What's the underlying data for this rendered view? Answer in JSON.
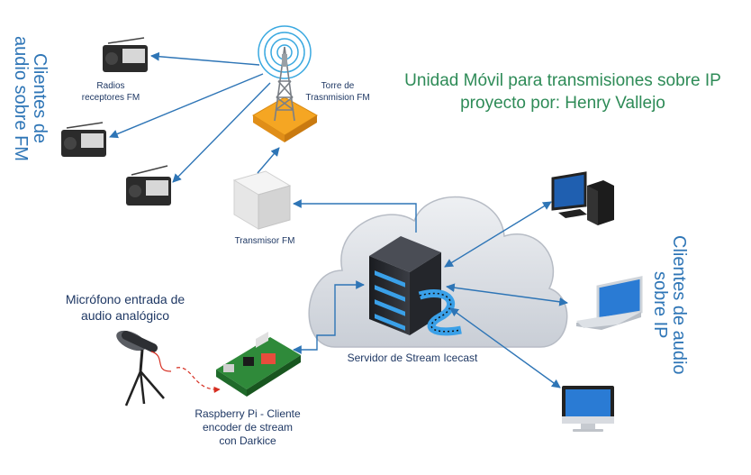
{
  "title": {
    "line1": "Unidad Móvil para transmisiones sobre IP",
    "line2": "proyecto por: Henry Vallejo"
  },
  "side_labels": {
    "fm_clients": "Clientes de audio sobre FM",
    "ip_clients": "Clientes de audio sobre IP"
  },
  "nodes": {
    "radios": "Radios receptores FM",
    "tower": "Torre de Trasnmision FM",
    "transmitter": "Transmisor FM",
    "server": "Servidor de Stream Icecast",
    "microphone": "Micrófono entrada de audio analógico",
    "raspberry": "Raspberry Pi - Cliente encoder de stream con Darkice"
  },
  "icons": [
    "radio-icon",
    "antenna-tower-icon",
    "transmitter-box-icon",
    "cloud-icon",
    "server-icon",
    "film-reel-icon",
    "desktop-pc-icon",
    "laptop-icon",
    "imac-icon",
    "microphone-icon",
    "raspberry-pi-icon"
  ],
  "colors": {
    "arrow": "#2e75b6",
    "title": "#2e8b57",
    "side_label": "#2e75b6",
    "label": "#1f3864",
    "tower_base": "#f5a623",
    "cloud": "#d9dde3",
    "audio_cable": "#d62d20"
  }
}
